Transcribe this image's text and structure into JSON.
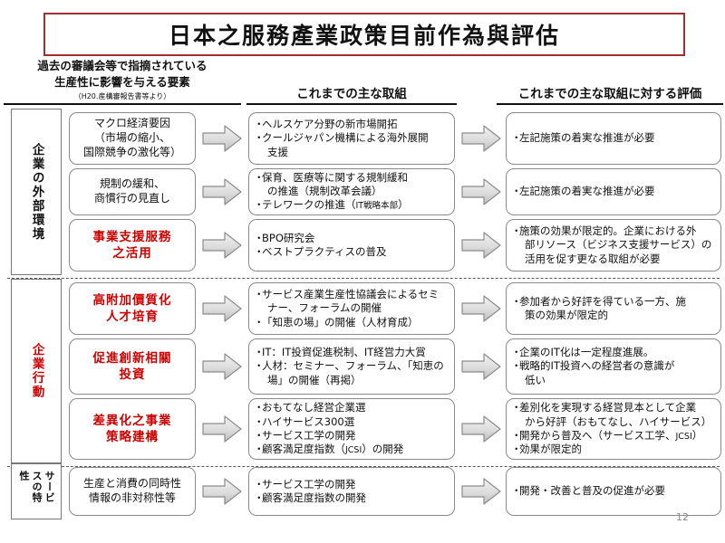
{
  "title": "日本之服務產業政策目前作為與評估",
  "page_number": "12",
  "colors": {
    "title_border": "#a03030",
    "red_text": "#cc0000",
    "box_border": "#8a8a8a"
  },
  "headers": {
    "left_line1": "過去の審議会等で指摘されている",
    "left_line2": "生産性に影響を与える要素",
    "left_note": "（H20.産構審報告書等より）",
    "middle": "これまでの主な取組",
    "right": "これまでの主な取組に対する評価"
  },
  "categories": [
    {
      "label": "企業の外部環境",
      "red": false
    },
    {
      "label": "企業行動",
      "red": true
    },
    {
      "label": "サービスの特性",
      "red": false,
      "dual": true
    }
  ],
  "rows": [
    {
      "factor": {
        "lines": [
          "マクロ経済要因",
          "（市場の縮小、",
          "国際競争の激化等）"
        ],
        "red": false
      },
      "actions": [
        {
          "text": "ヘルスケア分野の新市場開拓",
          "cont": false
        },
        {
          "text": "クールジャパン機構による海外展開",
          "cont": false
        },
        {
          "text": "支援",
          "cont": true
        }
      ],
      "evaluation": [
        {
          "text": "左記施策の着実な推進が必要",
          "cont": false
        }
      ]
    },
    {
      "factor": {
        "lines": [
          "規制の緩和、",
          "商慣行の見直し"
        ],
        "red": false
      },
      "actions": [
        {
          "text": "保育、医療等に関する規制緩和",
          "cont": false
        },
        {
          "text": "の推進（規制改革会議）",
          "cont": true
        },
        {
          "text": "テレワークの推進（IT戦略本部）",
          "cont": false
        }
      ],
      "evaluation": [
        {
          "text": "左記施策の着実な推進が必要",
          "cont": false
        }
      ]
    },
    {
      "factor": {
        "lines": [
          "事業支援服務",
          "之活用"
        ],
        "red": true
      },
      "actions": [
        {
          "text": "BPO研究会",
          "cont": false
        },
        {
          "text": "ベストプラクティスの普及",
          "cont": false
        }
      ],
      "evaluation": [
        {
          "text": "施策の効果が限定的。企業における外",
          "cont": false
        },
        {
          "text": "部リソース（ビジネス支援サービス）の",
          "cont": true
        },
        {
          "text": "活用を促す更なる取組が必要",
          "cont": true
        }
      ]
    },
    {
      "factor": {
        "lines": [
          "高附加價質化",
          "人才培育"
        ],
        "red": true
      },
      "actions": [
        {
          "text": "サービス産業生産性協議会によるセミ",
          "cont": false
        },
        {
          "text": "ナー、フォーラムの開催",
          "cont": true
        },
        {
          "text": "「知恵の場」の開催（人材育成）",
          "cont": false
        }
      ],
      "evaluation": [
        {
          "text": "参加者から好評を得ている一方、施",
          "cont": false
        },
        {
          "text": "策の効果が限定的",
          "cont": true
        }
      ]
    },
    {
      "factor": {
        "lines": [
          "促進創新相關",
          "投資"
        ],
        "red": true
      },
      "actions": [
        {
          "text": "IT：IT投資促進税制、IT経営力大賞",
          "cont": false
        },
        {
          "text": "人材：セミナー、フォーラム、「知恵の",
          "cont": false
        },
        {
          "text": "場」の開催（再掲）",
          "cont": true
        }
      ],
      "evaluation": [
        {
          "text": "企業のIT化は一定程度進展。",
          "cont": false
        },
        {
          "text": "戦略的IT投資への経営者の意識が",
          "cont": false
        },
        {
          "text": "低い",
          "cont": true
        }
      ]
    },
    {
      "factor": {
        "lines": [
          "差異化之事業",
          "策略建構"
        ],
        "red": true
      },
      "actions": [
        {
          "text": "おもてなし経営企業選",
          "cont": false
        },
        {
          "text": "ハイサービス300選",
          "cont": false
        },
        {
          "text": "サービス工学の開発",
          "cont": false
        },
        {
          "text": "顧客満足度指数（JCSI）の開発",
          "cont": false
        }
      ],
      "evaluation": [
        {
          "text": "差別化を実現する経営見本として企業",
          "cont": false
        },
        {
          "text": "から好評（おもてなし、ハイサービス）",
          "cont": true
        },
        {
          "text": "開発から普及へ（サービス工学、JCSI）",
          "cont": false
        },
        {
          "text": "効果が限定的",
          "cont": false
        }
      ]
    },
    {
      "factor": {
        "lines": [
          "生産と消費の同時性",
          "情報の非対称性等"
        ],
        "red": false
      },
      "actions": [
        {
          "text": "サービス工学の開発",
          "cont": false
        },
        {
          "text": "顧客満足度指数の開発",
          "cont": false
        }
      ],
      "evaluation": [
        {
          "text": "開発・改善と普及の促進が必要",
          "cont": false
        }
      ]
    }
  ],
  "arrow_icon": "right-block-arrow"
}
